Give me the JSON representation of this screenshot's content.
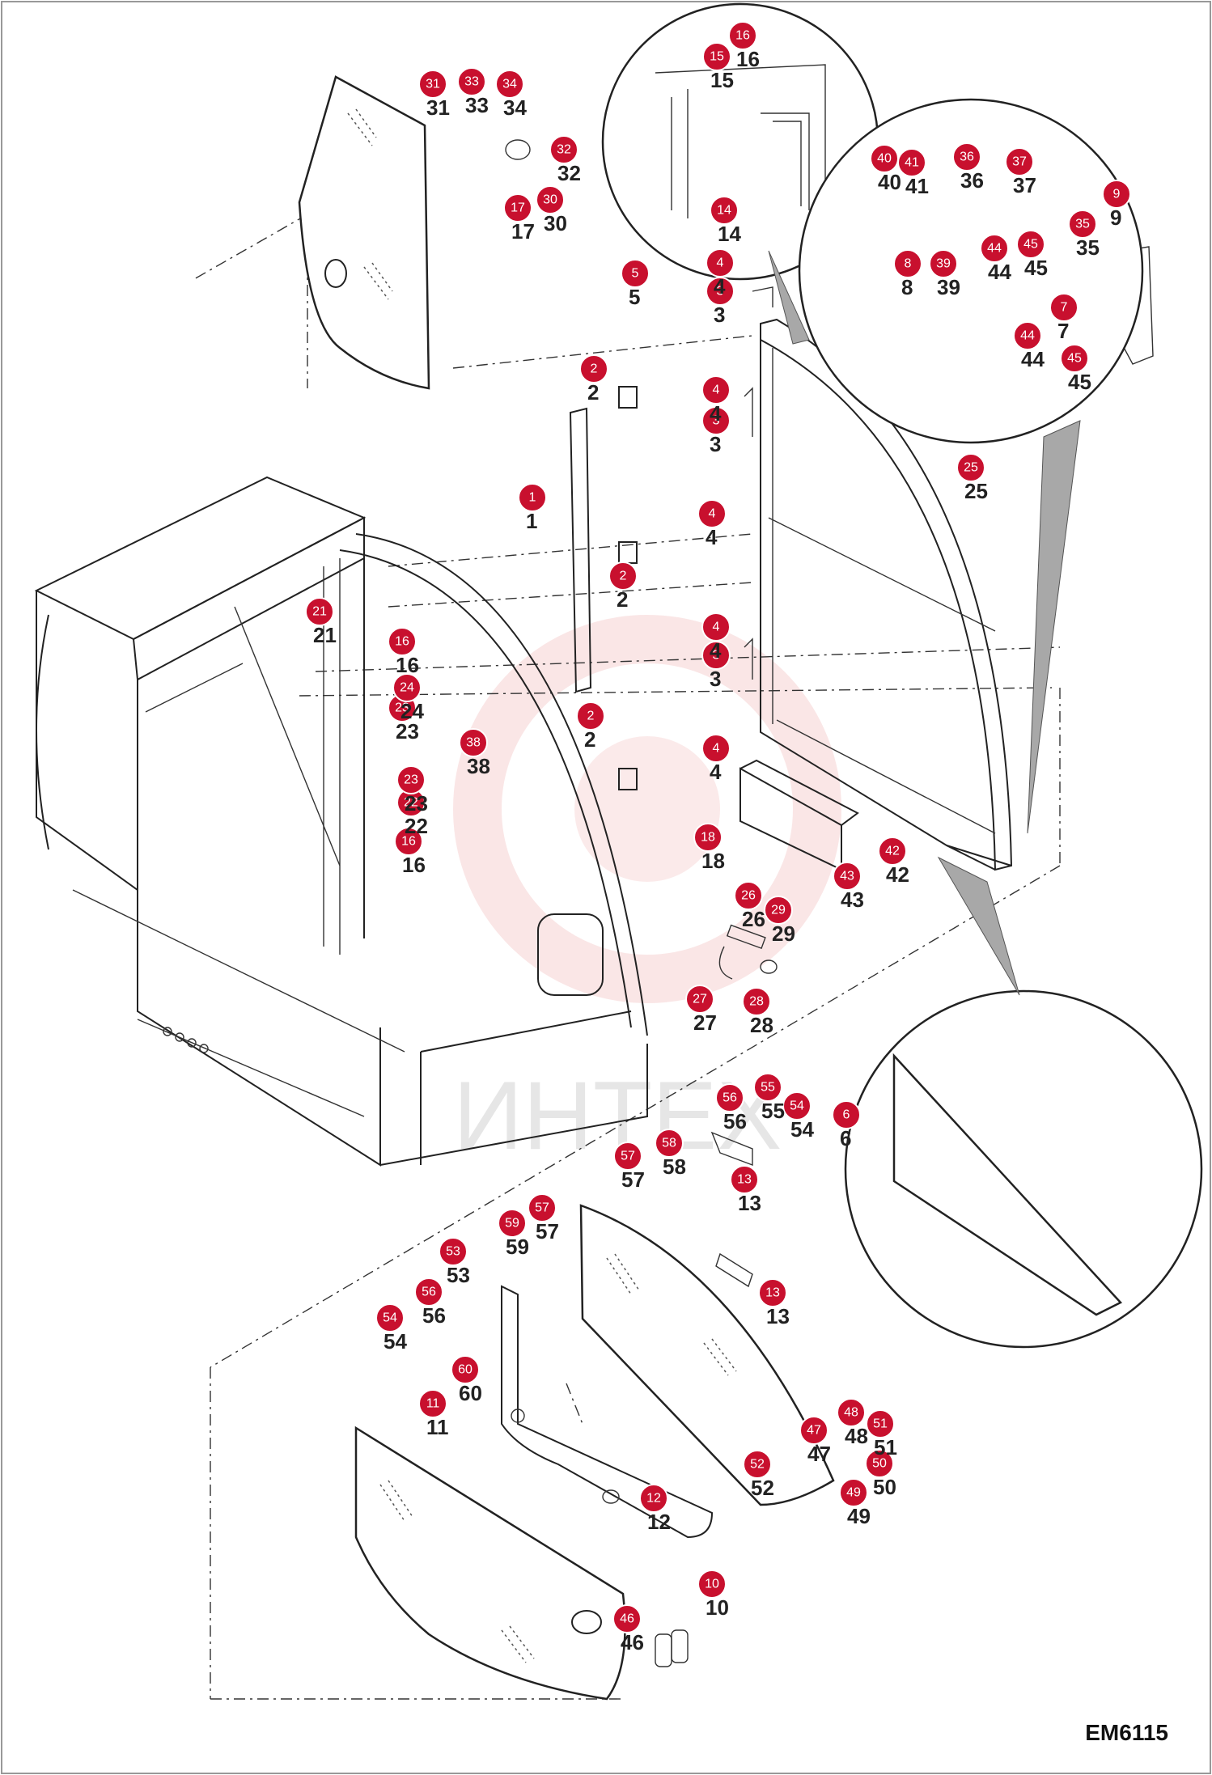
{
  "drawing_code": "EM6115",
  "watermark_text": "ИНТЕХ",
  "callouts": [
    "1",
    "2",
    "3",
    "4",
    "5",
    "6",
    "7",
    "8",
    "9",
    "10",
    "11",
    "12",
    "13",
    "14",
    "15",
    "16",
    "17",
    "18",
    "21",
    "22",
    "23",
    "24",
    "25",
    "26",
    "27",
    "28",
    "29",
    "30",
    "31",
    "32",
    "33",
    "34",
    "35",
    "36",
    "37",
    "38",
    "39",
    "40",
    "41",
    "42",
    "43",
    "44",
    "45",
    "46",
    "47",
    "48",
    "49",
    "50",
    "51",
    "52",
    "53",
    "54",
    "55",
    "56",
    "57",
    "58",
    "59",
    "60"
  ]
}
